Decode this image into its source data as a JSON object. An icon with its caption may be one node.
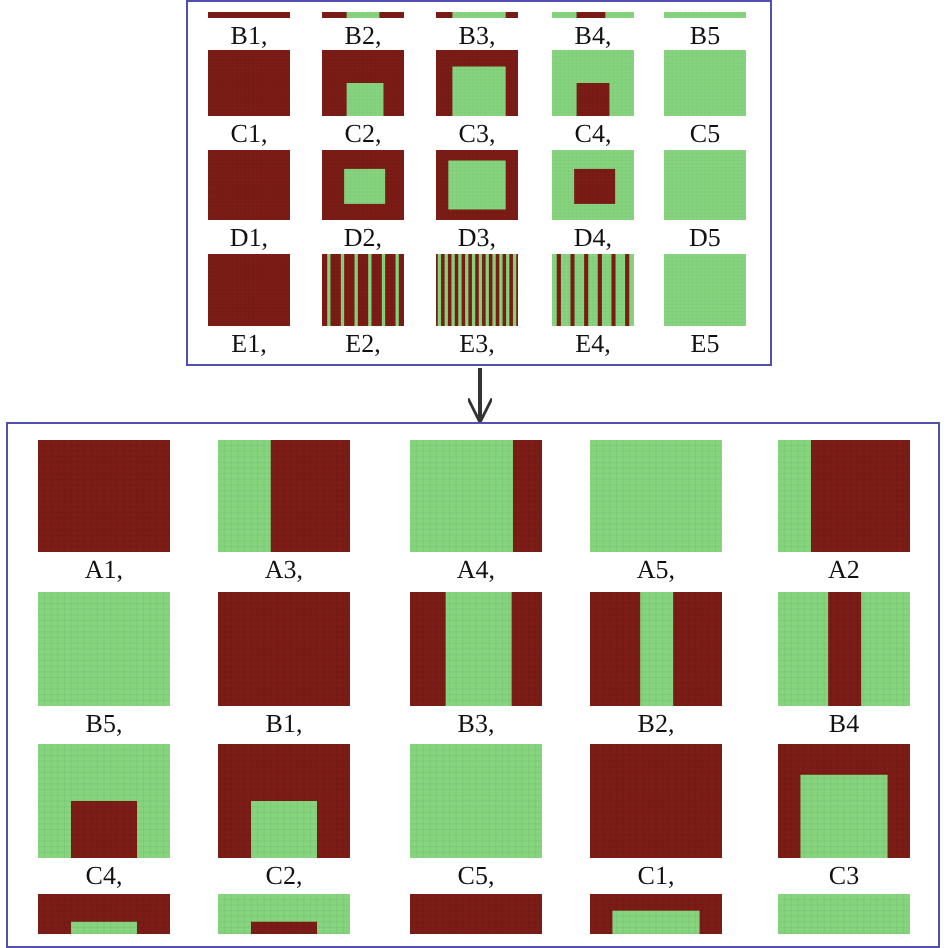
{
  "diagram": {
    "nodes": [
      {
        "text": [],
        "shape": "box"
      },
      {
        "text": [
          "B1,"
        ],
        "in": 0
      },
      {
        "text": [
          "B2,"
        ],
        "in": 0
      },
      {
        "text": [
          "B3,"
        ],
        "in": 0
      },
      {
        "text": [
          "B4,"
        ],
        "in": 0
      },
      {
        "text": [
          "B5"
        ],
        "in": 0
      },
      {
        "text": [
          "C1,"
        ],
        "in": 0
      },
      {
        "text": [
          "C2,"
        ],
        "in": 0
      },
      {
        "text": [
          "C3,"
        ],
        "in": 0
      },
      {
        "text": [
          "C4,"
        ],
        "in": 0
      },
      {
        "text": [
          "C5"
        ],
        "in": 0
      },
      {
        "text": [
          "D1,"
        ],
        "in": 0
      },
      {
        "text": [
          "D2,"
        ],
        "in": 0
      },
      {
        "text": [
          "D3,"
        ],
        "in": 0
      },
      {
        "text": [
          "D4,"
        ],
        "in": 0
      },
      {
        "text": [
          "D5"
        ],
        "in": 0
      },
      {
        "text": [
          "E1,"
        ],
        "in": 0
      },
      {
        "text": [
          "E2,"
        ],
        "in": 0
      },
      {
        "text": [
          "E3,"
        ],
        "in": 0
      },
      {
        "text": [
          "E4,"
        ],
        "in": 0
      },
      {
        "text": [
          "E5"
        ],
        "in": 0
      },
      {
        "text": [],
        "shape": "box"
      },
      {
        "text": [
          "A1,"
        ],
        "in": 21
      },
      {
        "text": [
          "A3,"
        ],
        "in": 21
      },
      {
        "text": [
          "A4,"
        ],
        "in": 21
      },
      {
        "text": [
          "A5,"
        ],
        "in": 21
      },
      {
        "text": [
          "A2"
        ],
        "in": 21
      },
      {
        "text": [
          "B5,"
        ],
        "in": 21
      },
      {
        "text": [
          "B1,"
        ],
        "in": 21
      },
      {
        "text": [
          "B3,"
        ],
        "in": 21
      },
      {
        "text": [
          "B2,"
        ],
        "in": 21
      },
      {
        "text": [
          "B4"
        ],
        "in": 21
      },
      {
        "text": [
          "C4,"
        ],
        "in": 21
      },
      {
        "text": [
          "C2,"
        ],
        "in": 21
      },
      {
        "text": [
          "C5,"
        ],
        "in": 21
      },
      {
        "text": [
          "C1,"
        ],
        "in": 21
      },
      {
        "text": [
          "C3"
        ],
        "in": 21
      },
      {
        "text": [],
        "shape": "picture",
        "in": 21
      },
      {
        "text": [],
        "shape": "picture",
        "in": 21
      },
      {
        "text": [],
        "shape": "picture",
        "in": 21
      },
      {
        "text": [],
        "shape": "picture",
        "in": 21
      },
      {
        "text": [],
        "shape": "picture",
        "in": 21
      }
    ],
    "edges": [
      {
        "from": 0,
        "to": 21,
        "arrow": "to"
      }
    ]
  }
}
